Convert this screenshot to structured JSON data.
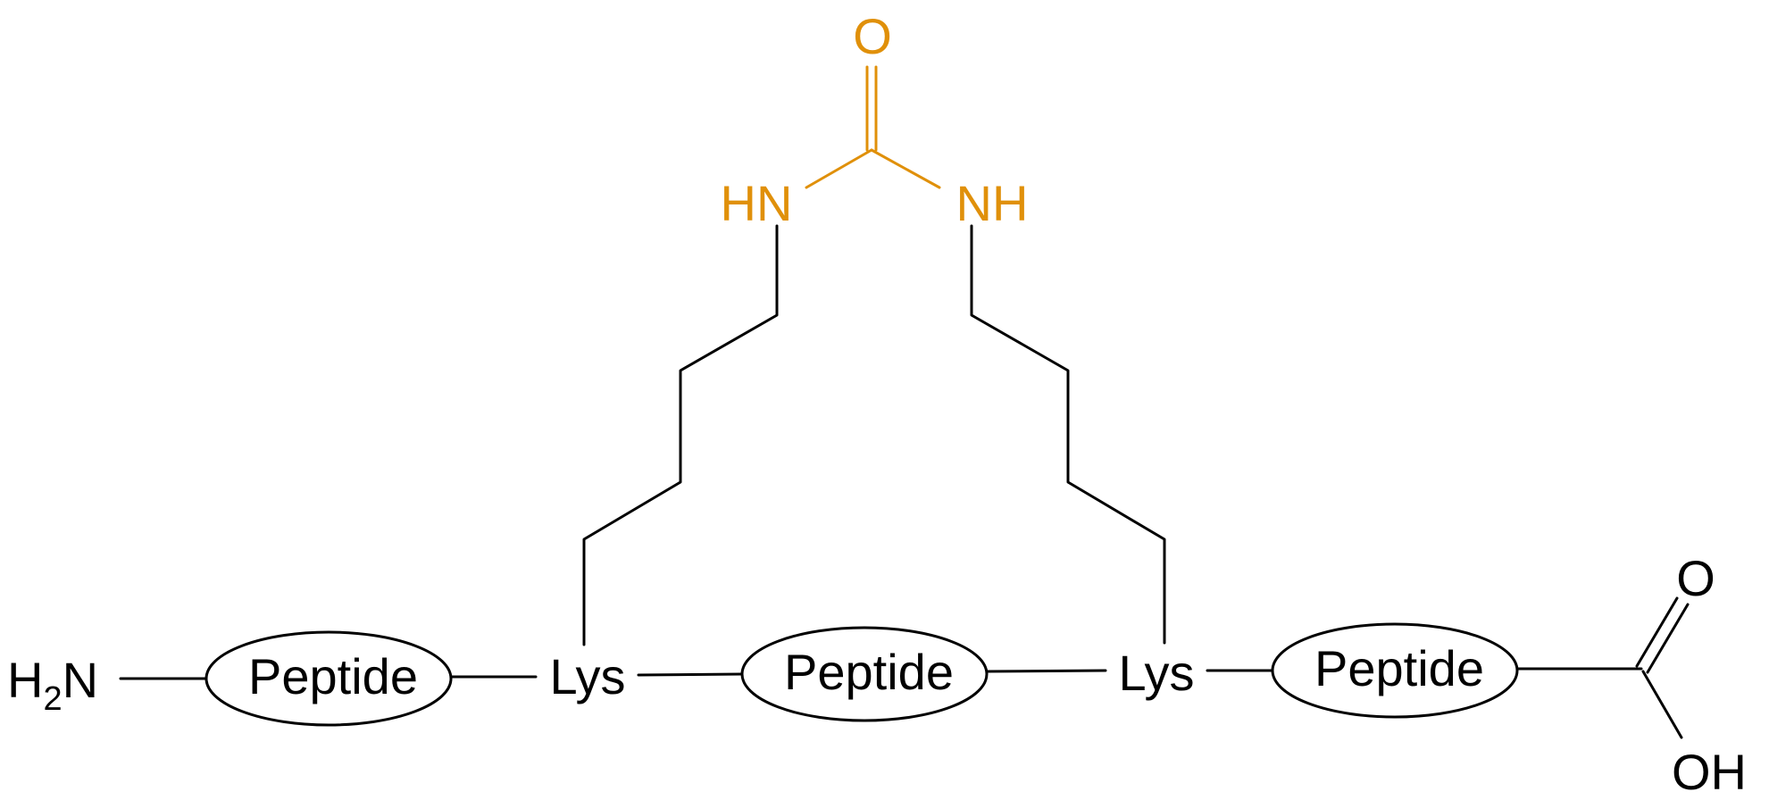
{
  "colors": {
    "urea": "#E0900A",
    "bond": "#000000",
    "background": "#FFFFFF"
  },
  "n_terminus": {
    "prefix": "H",
    "subscript": "2",
    "suffix": "N"
  },
  "peptides": [
    {
      "label": "Peptide"
    },
    {
      "label": "Peptide"
    },
    {
      "label": "Peptide"
    }
  ],
  "lysines": [
    {
      "label": "Lys"
    },
    {
      "label": "Lys"
    }
  ],
  "urea_linker": {
    "carbonyl_o": "O",
    "left_nh": "HN",
    "right_nh": "NH"
  },
  "c_terminus": {
    "carbonyl_o": "O",
    "hydroxyl": "OH"
  }
}
